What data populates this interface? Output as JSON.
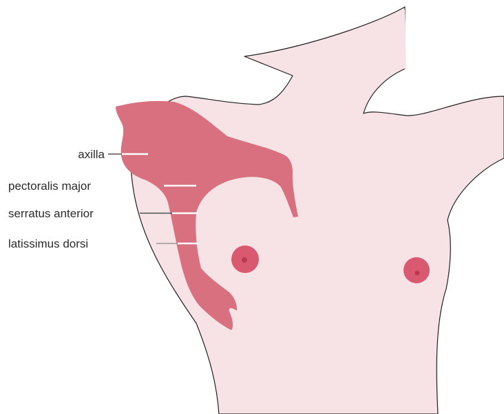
{
  "labels": {
    "axilla": "axilla",
    "pectoralis_major": "pectoralis major",
    "serratus_anterior": "serratus anterior",
    "latissimus_dorsi": "latissimus dorsi"
  },
  "colors": {
    "skin": "#f7e3e5",
    "outline": "#1f1f1f",
    "tissue": "#d9707f",
    "areola": "#d95a70",
    "nipple": "#b83a52",
    "leader_line": "#555555",
    "leader_line_on_tissue": "#ffffff"
  }
}
